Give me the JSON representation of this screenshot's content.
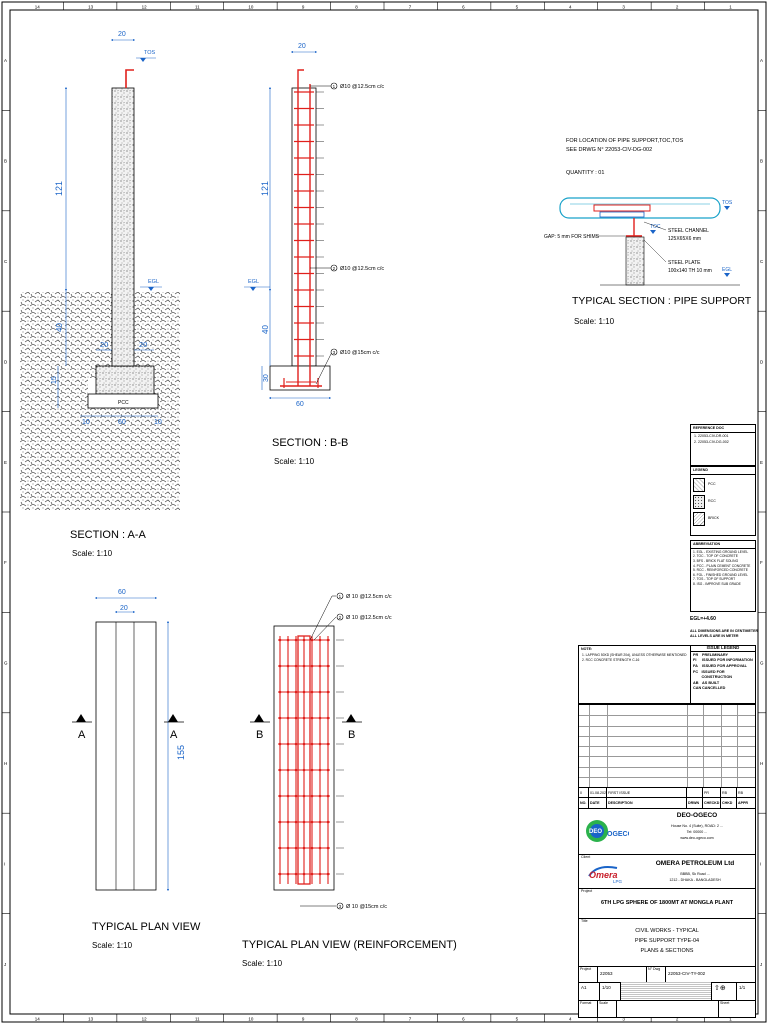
{
  "border": {
    "cols_top": [
      "14",
      "13",
      "12",
      "11",
      "10",
      "9",
      "8",
      "7",
      "6",
      "5",
      "4",
      "3",
      "2",
      "1"
    ],
    "rows_left": [
      "A",
      "B",
      "C",
      "D",
      "E",
      "F",
      "G",
      "H",
      "I",
      "J"
    ]
  },
  "section_aa": {
    "title": "SECTION : A-A",
    "scale": "Scale: 1:10",
    "dim_top": "20",
    "dim_height": "121",
    "dim_40": "40",
    "dim_20a": "20",
    "dim_20b": "20",
    "dim_10a": "10",
    "dim_60": "60",
    "dim_10b": "10",
    "dim_15": "15",
    "tos": "TOS",
    "egl": "EGL",
    "pcc": "PCC"
  },
  "section_bb": {
    "title": "SECTION : B-B",
    "scale": "Scale: 1:10",
    "dim_top": "20",
    "dim_height": "121",
    "dim_40": "40",
    "dim_30": "30",
    "dim_60": "60",
    "egl": "EGL",
    "bar1": "Ø10 @12.5cm c/c",
    "bar2": "Ø10 @12.5cm c/c",
    "bar3": "Ø10 @15cm c/c",
    "mark1": "1",
    "mark2": "2",
    "mark3": "3"
  },
  "pipe_support": {
    "note1": "FOR LOCATION OF PIPE SUPPORT,TOC,TOS",
    "note2": "SEE DRWG N° 22053-CIV-DG-002",
    "quantity": "QUANTITY : 01",
    "tos": "TOS",
    "toc": "TOC",
    "egl": "EGL",
    "gap": "GAP: 5 mm FOR SHIMS",
    "channel1": "STEEL CHANNEL",
    "channel2": "125X65X6 mm",
    "plate1": "STEEL PLATE",
    "plate2": "100x140 TH 10 mm",
    "title": "TYPICAL SECTION : PIPE SUPPORT",
    "scale": "Scale: 1:10"
  },
  "plan_view": {
    "title": "TYPICAL PLAN VIEW",
    "scale": "Scale: 1:10",
    "dim_60": "60",
    "dim_20": "20",
    "dim_155": "155",
    "cut_left": "A",
    "cut_right": "A"
  },
  "plan_reinf": {
    "title": "TYPICAL PLAN VIEW (REINFORCEMENT)",
    "scale": "Scale: 1:10",
    "bar1": "Ø 10 @12.5cm c/c",
    "bar2": "Ø 10 @12.5cm c/c",
    "bar3": "Ø 10 @15cm c/c",
    "mark1": "1",
    "mark2": "2",
    "mark3": "3",
    "cut_left": "B",
    "cut_right": "B"
  },
  "reference": {
    "header": "REFERENCE DOC",
    "items": [
      "1.   22053-CIV-DR-001",
      "2.   22053-CIV-DG-002"
    ]
  },
  "legend": {
    "header": "LEGEND",
    "items": [
      "PCC",
      "RCC",
      "BRICK"
    ]
  },
  "abbreviation": {
    "header": "ABBREVIATION",
    "items": [
      "1.  EGL  - EXISTING GROUND LEVEL",
      "2.  TOC  - TOP OF CONCRETE",
      "3.  BFS  - BRICK FLAT SOLING",
      "4.  PCC  - PLAIN CEMENT CONCRETE",
      "5.  RCC  - REINFORCED CONCRETE",
      "6.  FGL  - FINISHED GROUND LEVEL",
      "7.  TOS  - TOP OF SUPPORT",
      "8.  ISG  - IMPROVE SUB GRADE"
    ],
    "egl_value": "EGL=+4.60",
    "dims_note": "ALL DIMENSIONS ARE IN CENTIMETER",
    "levels_note": "ALL LEVELS ARE IN METER"
  },
  "notes": {
    "header": "NOTE:",
    "items": [
      "1.   LAPPING 50XD (SHEAR 20d), UNLESS OTHERWISE MENTIONED",
      "2.   RCC CONCRETE STRENGTH C-16"
    ]
  },
  "issue_legend": {
    "header": "ISSUE LEGEND",
    "items": [
      {
        "code": "PR",
        "text": "PRELIMINARY"
      },
      {
        "code": "FI",
        "text": "ISSUED FOR INFORMATION"
      },
      {
        "code": "FA",
        "text": "ISSUED FOR APPROVAL"
      },
      {
        "code": "FC",
        "text": "ISSUED FOR CONSTRUCTION"
      },
      {
        "code": "AB",
        "text": "AS BUILT"
      },
      {
        "code": "CAN",
        "text": "CANCELLED"
      }
    ]
  },
  "revision": {
    "row": [
      "0",
      "01.08.2022",
      "FIRST ISSUE",
      "",
      "PR",
      "RB",
      "RB"
    ],
    "headers": [
      "NO.",
      "DATE",
      "DESCRIPTION",
      "DRWN",
      "CHECKD",
      "CHKD",
      "APPR"
    ]
  },
  "consultant": {
    "name": "DEO-OGECO",
    "address1": "House No. 4 (Suite), ROAD: 2 ... ",
    "address2": "Tel: 00000 ... ",
    "address3": "www.deo-ogeco.com",
    "logo_text": "DEO OGECO"
  },
  "client": {
    "label": "Client",
    "name": "OMERA PETROLEUM Ltd",
    "address1": "BBBB, Sk Road ...",
    "address2": "1212 - DHAKA - BANGLADESH",
    "logo_text": "Omera LPG"
  },
  "project": {
    "label": "Project",
    "name": "6TH LPG SPHERE OF 1800MT AT MONGLA PLANT"
  },
  "drawing": {
    "label": "Title",
    "line1": "CIVIL WORKS - TYPICAL",
    "line2": "PIPE SUPPORT TYPE-04",
    "line3": "PLANS & SECTIONS",
    "project_no_label": "Project",
    "project_no": "22053",
    "dwg_label": "N° Dwg",
    "dwg_no": "22053-CIV-TY-002",
    "size": "A1",
    "scale": "1/10",
    "sheet": "1/1",
    "format_label": "Format",
    "scale_label": "Scale",
    "sheet_label": "Sheet"
  },
  "colors": {
    "dim": "#1a64c8",
    "rebar": "#e0201c",
    "pipe": "#19a2c9"
  }
}
